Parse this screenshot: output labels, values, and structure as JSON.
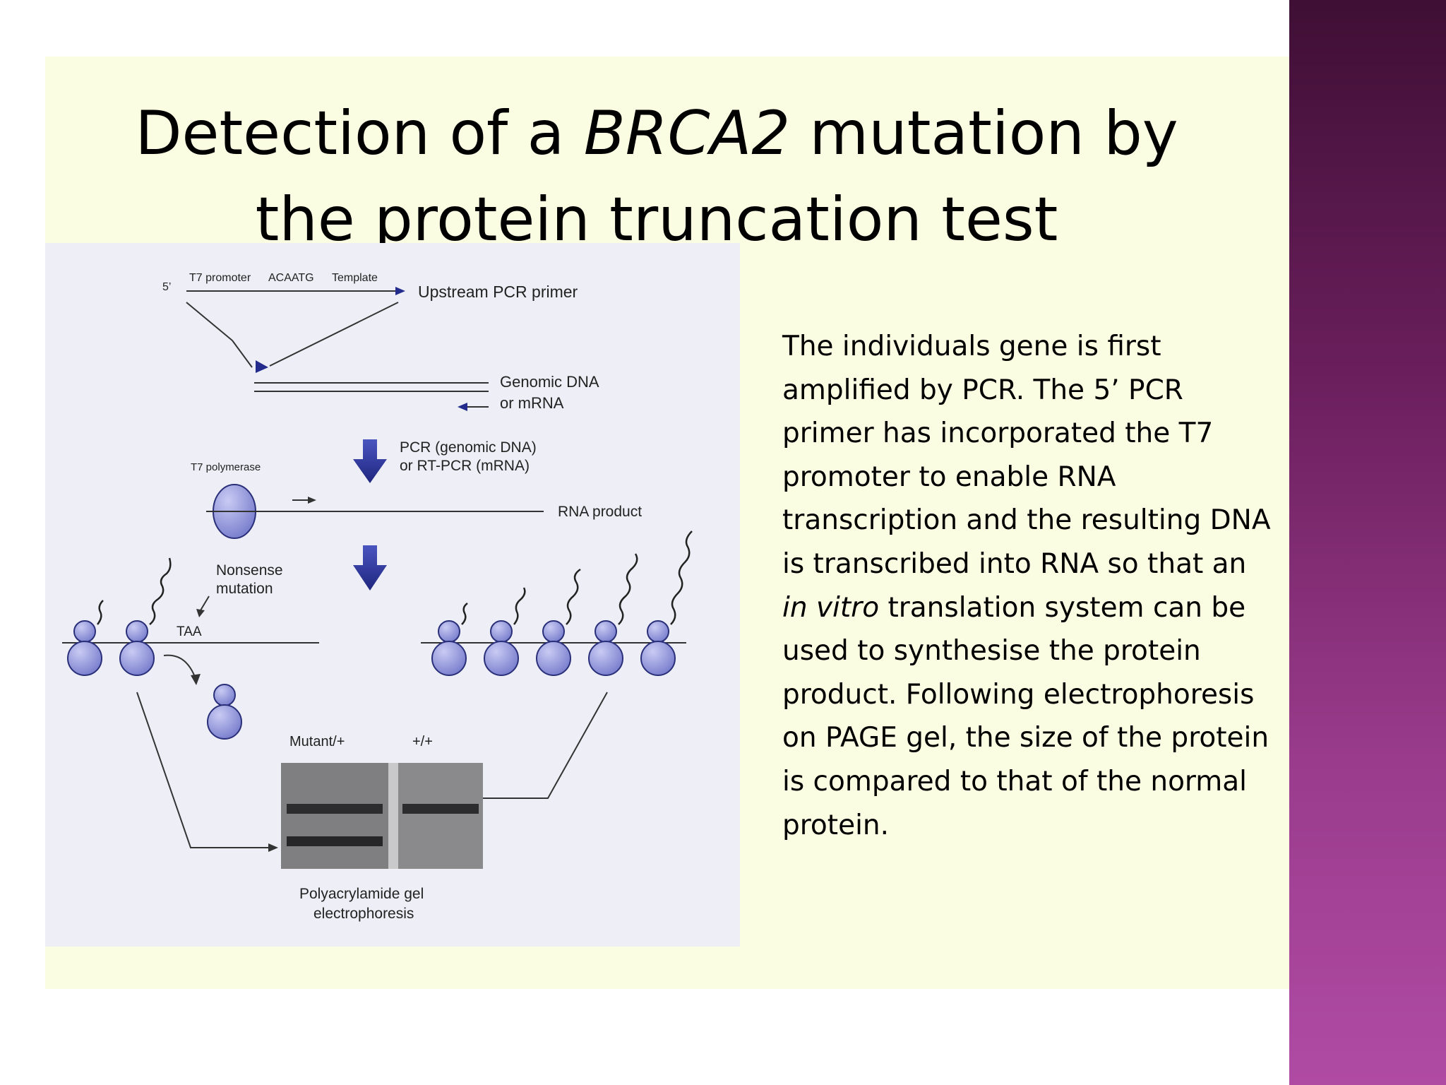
{
  "slide": {
    "title": {
      "part1": "Detection of a ",
      "gene": "BRCA2",
      "part2": " mutation by",
      "line2": "the protein truncation test"
    },
    "description": {
      "before_italic": "The individuals gene is first amplified by PCR. The 5’ PCR primer has incorporated the T7 promoter to enable RNA transcription and the resulting DNA is transcribed into RNA so that an ",
      "italic": "in vitro",
      "after_italic": " translation system can be used to synthesise the protein product. Following electrophoresis on PAGE gel, the size of the protein is compared to that of the normal protein."
    },
    "colors": {
      "panel": "#fbfde3",
      "sidebar_top": "#3f0f35",
      "sidebar_bottom": "#b04ba4",
      "ribosome": "#8f93d8",
      "arrow": "#232c8c"
    }
  },
  "figure": {
    "five_prime": "5’",
    "t7_promoter": "T7 promoter",
    "start_seq": "ACAATG",
    "template": "Template",
    "upstream_primer": "Upstream PCR primer",
    "genomic_dna": "Genomic DNA",
    "or_mrna": "or mRNA",
    "pcr_line1": "PCR (genomic DNA)",
    "pcr_line2": "or RT-PCR (mRNA)",
    "t7_polymerase": "T7 polymerase",
    "rna_product": "RNA product",
    "nonsense1": "Nonsense",
    "nonsense2": "mutation",
    "taa": "TAA",
    "mutant": "Mutant/+",
    "wildtype": "+/+",
    "gel1": "Polyacrylamide gel",
    "gel2": "electrophoresis"
  }
}
